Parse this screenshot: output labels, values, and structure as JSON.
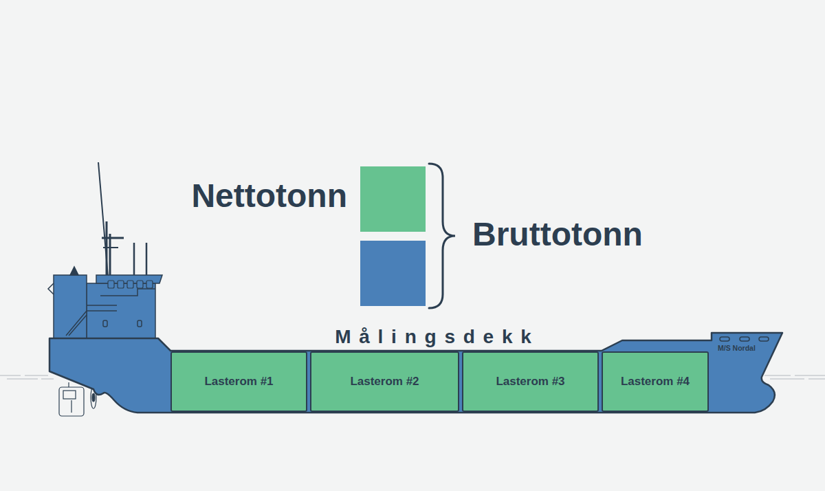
{
  "diagram": {
    "nodes": [
      {
        "text": [
          "Lasterom #1"
        ]
      },
      {
        "text": [
          "Lasterom #2"
        ]
      },
      {
        "text": [
          "Lasterom #3"
        ]
      },
      {
        "text": [
          "Lasterom #4"
        ]
      }
    ],
    "labels": [
      "Nettotonn",
      "Bruttotonn",
      "Målingsdekk",
      "M/S Nordal"
    ]
  }
}
